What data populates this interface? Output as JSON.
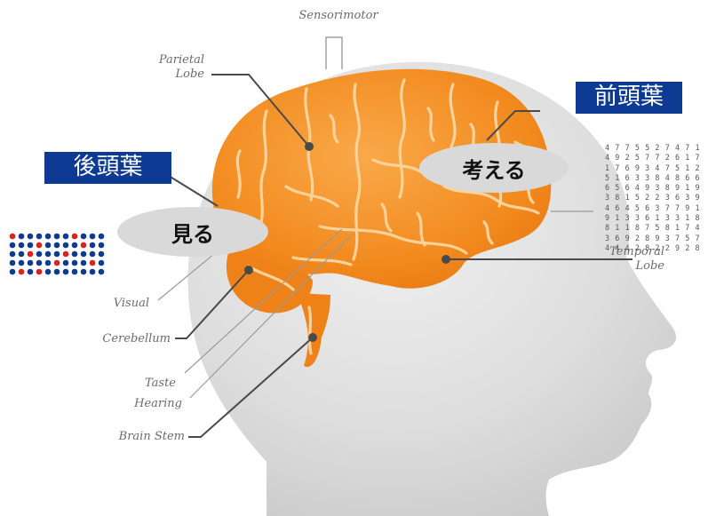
{
  "labels": {
    "sensorimotor": "Sensorimotor",
    "parietal_line1": "Parietal",
    "parietal_line2": "Lobe",
    "temporal_line1": "Temporal",
    "temporal_line2": "Lobe",
    "visual": "Visual",
    "cerebellum": "Cerebellum",
    "taste": "Taste",
    "hearing": "Hearing",
    "brain_stem": "Brain Stem"
  },
  "japanese": {
    "occipital_box": "後頭葉",
    "frontal_box": "前頭葉",
    "see_oval": "見る",
    "think_oval": "考える"
  },
  "number_grid": [
    "4 7 7 5 5 2 7 4 7 1",
    "4 9 2 5 7 7 2 6 1 7",
    "1 7 6 9 3 4 7 5 1 2",
    "5 1 6 3 3 8 4 8 6 6",
    "6 5 6 4 9 3 8 9 1 9",
    "3 8 1 5 2 2 3 6 3 9",
    "4 6 4 5 6 3 7 7 9 1",
    "9 1 3 3 6 1 3 3 1 8",
    "8 1 1 8 7 5 8 1 7 4",
    "3 6 9 2 8 9 3 7 5 7",
    "4 4 4 2 8 2 2 9 2 8"
  ],
  "dot_grid": {
    "rows": 5,
    "cols": 11,
    "red_dots": [
      [
        0,
        0
      ],
      [
        0,
        7
      ],
      [
        1,
        3
      ],
      [
        1,
        8
      ],
      [
        2,
        2
      ],
      [
        2,
        6
      ],
      [
        3,
        5
      ],
      [
        3,
        9
      ],
      [
        4,
        1
      ],
      [
        4,
        3
      ]
    ]
  },
  "colors": {
    "brain_orange": "#f28a1e",
    "brain_light": "#f7a540",
    "groove": "#fbd39a",
    "head_gray": "#d2d2d2",
    "head_light": "#ebebeb",
    "leader_line": "#4a4a4a",
    "box_blue": "#0d3a93",
    "dot_blue": "#0d3a93",
    "dot_red": "#e0211a"
  }
}
